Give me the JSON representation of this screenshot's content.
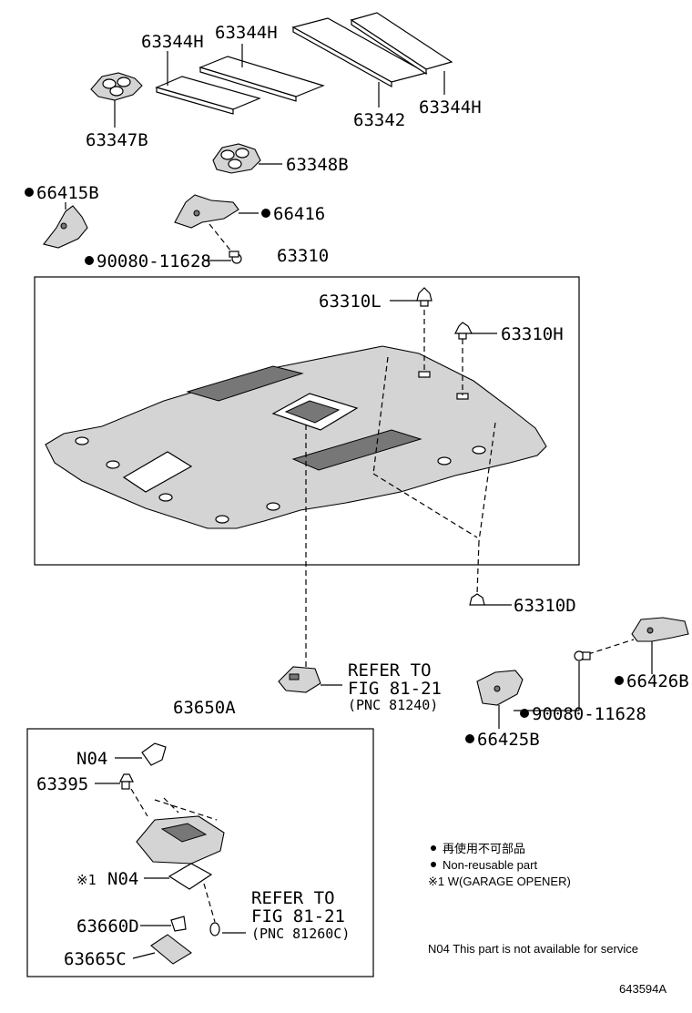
{
  "labels": {
    "p63344h_a": "63344H",
    "p63344h_b": "63344H",
    "p63344h_c": "63344H",
    "p63342": "63342",
    "p63347b": "63347B",
    "p63348b": "63348B",
    "p66415b": "66415B",
    "p66416": "66416",
    "p90080_a": "90080-11628",
    "p63310": "63310",
    "p63310l": "63310L",
    "p63310h": "63310H",
    "p63310d": "63310D",
    "p66426b": "66426B",
    "p90080_b": "90080-11628",
    "p66425b": "66425B",
    "p63650a": "63650A",
    "n04_a": "N04",
    "p63395": "63395",
    "n04_b_mark": "※1",
    "n04_b": "N04",
    "p63660d": "63660D",
    "p63665c": "63665C"
  },
  "refer1": {
    "line1": "REFER TO",
    "line2": "FIG 81-21",
    "line3": "(PNC 81240)"
  },
  "refer2": {
    "line1": "REFER TO",
    "line2": "FIG 81-21",
    "line3": "(PNC 81260C)"
  },
  "legend": {
    "non_reusable_jp": "再使用不可部品",
    "non_reusable_en": "Non-reusable part",
    "note1": "※1 W(GARAGE OPENER)"
  },
  "footnote": "N04 This part is not available for service",
  "diagram_id": "643594A"
}
